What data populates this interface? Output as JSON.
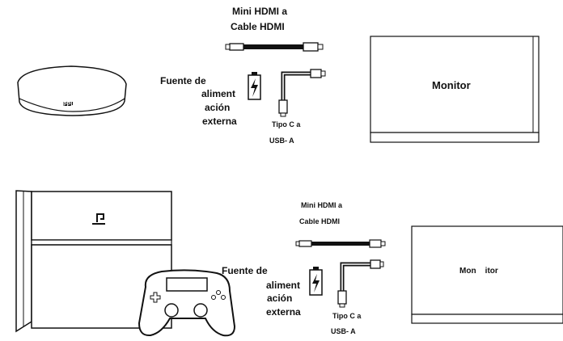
{
  "top": {
    "hdmi_line1": "Mini HDMI a",
    "hdmi_line2": "Cable HDMI",
    "power_line1": "Fuente de",
    "power_line2": "aliment",
    "power_line3": "ación",
    "power_line4": "externa",
    "usb_line1": "Tipo  C  a",
    "usb_line2": "USB- A",
    "monitor": "Monitor",
    "device_logo": "PPLE"
  },
  "bottom": {
    "hdmi_line1": "Mini  HDMI  a",
    "hdmi_line2": "Cable   HDMI",
    "power_line1": "Fuente de",
    "power_line2": "aliment",
    "power_line3": "ación",
    "power_line4": "externa",
    "usb_line1": "Tipo  C  a",
    "usb_line2": "USB- A",
    "monitor": "Mon    itor"
  },
  "icons": {
    "console_logo": "playstation-logo-icon",
    "power": "lightning-bolt-icon"
  }
}
